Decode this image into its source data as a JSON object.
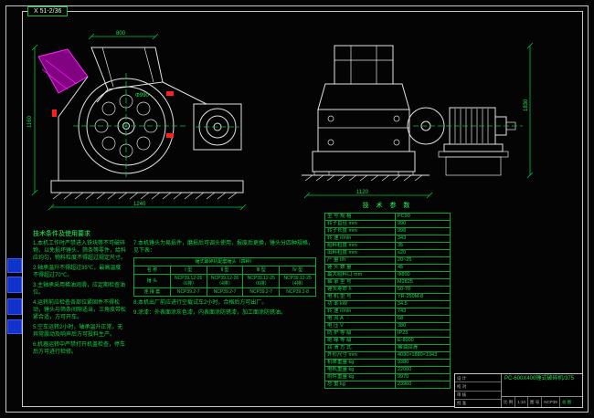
{
  "ref_tag": {
    "text": "X 51-2/36"
  },
  "dims": {
    "front_height": "1160",
    "front_width": "1240",
    "hopper_width": "800",
    "rotor_dia": "Φ990",
    "side_width": "1120",
    "side_height": "1830"
  },
  "params_title": "技 术 参 数",
  "spec_table": {
    "rows": [
      {
        "label": "型 号 规 格",
        "value": "PC90"
      },
      {
        "label": "转子直径 mm",
        "value": "990"
      },
      {
        "label": "转子长度 mm",
        "value": "998"
      },
      {
        "label": "转 速 r/min",
        "value": "343"
      },
      {
        "label": "给料粒度 mm",
        "value": "35"
      },
      {
        "label": "出料粒度 mm",
        "value": "≤20"
      },
      {
        "label": "产 量 t/h",
        "value": "20~25"
      },
      {
        "label": "锤 头 数 量",
        "value": "45"
      },
      {
        "label": "最大给料口 mm",
        "value": "Φ800"
      },
      {
        "label": "轴 承 型 号",
        "value": "M2825"
      },
      {
        "label": "锤头寿命 h",
        "value": "50-70"
      },
      {
        "label": "电 机 型 号",
        "value": "YR-250M-8"
      },
      {
        "label": "功 率 kW",
        "value": "34.5"
      },
      {
        "label": "转 速 r/min",
        "value": "743"
      },
      {
        "label": "电 流 A",
        "value": "68"
      },
      {
        "label": "电 压 V",
        "value": "380"
      },
      {
        "label": "防 护 等 级",
        "value": "IP23"
      },
      {
        "label": "绝 缘 等 级",
        "value": "E-8000"
      },
      {
        "label": "润 滑 方 式",
        "value": "稀油润滑"
      },
      {
        "label": "外形尺寸 mm",
        "value": "4090×1880×1943"
      },
      {
        "label": "机体重量 kg",
        "value": "9380"
      },
      {
        "label": "电机重量 kg",
        "value": "22000"
      },
      {
        "label": "附件重量 kg",
        "value": "9970"
      },
      {
        "label": "总 重 kg",
        "value": "23960"
      }
    ]
  },
  "notes": {
    "title": "技术条件及使用要求",
    "left": [
      "1.本机工作时严禁进入铁块等不可破碎物，以免损坏锤头、筛条等零件，给料应均匀，物料粒度不得超过规定尺寸。",
      "2.轴承温升不得超过35℃，最高温度不得超过70℃。",
      "3.主轴承采用稀油润滑，应定期检查油位。",
      "4.运转前应检查各部位紧固件不得松动，锤头与筛条间隙适当，三角皮带松紧合适，方可开车。",
      "5.空车运转2小时，轴承温升正常，无异常震动及响声后方可投料生产。",
      "6.机器运转中严禁打开机盖检查，停车后方可进行检修。"
    ],
    "right": [
      "7.本机锤头为易损件，磨损后可调头使用，报废后更换，锤头分四种规格，见下表：",
      "8.本机出厂前应进行空载试车2小时，合格后方可出厂。",
      "9.涂漆：外表面涂灰色漆，内表面涂防锈漆，加工面涂防锈油。"
    ]
  },
  "model_table": {
    "caption": "锤式破碎机配套锤头（四种）",
    "col_headers": [
      "名 称",
      "Ⅰ 型",
      "Ⅱ 型",
      "Ⅲ 型",
      "Ⅳ 型"
    ],
    "rows": [
      [
        "锤 头",
        "NCP39.12-26（6排）",
        "NCP39.12-26（4排）",
        "NCP39.12-25（6排）",
        "NCP39.12-25（4排）"
      ],
      [
        "连 接 套",
        "NCP39.2-7",
        "NCP39.2-7",
        "NCP39.2-7",
        "NCP39.2-8"
      ]
    ]
  },
  "title_block": {
    "drawing_title": "PC-600X400锤式破碎机/375",
    "sheet_type": "总 图",
    "roles": [
      "设 计",
      "校 对",
      "审 核",
      "批 准"
    ],
    "scale_label": "比 例",
    "scale_value": "1:10",
    "no_label": "图 号",
    "no_value": "NCP39"
  }
}
